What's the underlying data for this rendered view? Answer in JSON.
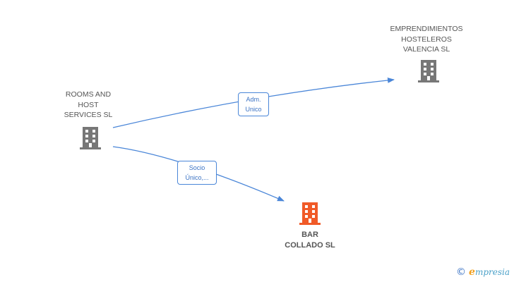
{
  "colors": {
    "edge": "#4a86d8",
    "building_default": "#777777",
    "building_focus": "#f05a28",
    "label_text": "#555555"
  },
  "nodes": [
    {
      "id": "rooms",
      "label": "ROOMS AND\nHOST\nSERVICES SL",
      "icon": "building-icon"
    },
    {
      "id": "emprend",
      "label": "EMPRENDIMIENTOS\nHOSTELEROS\nVALENCIA SL",
      "icon": "building-icon"
    },
    {
      "id": "bar",
      "label": "BAR\nCOLLADO SL",
      "icon": "building-icon",
      "focus": true
    }
  ],
  "edges": [
    {
      "from": "rooms",
      "to": "emprend",
      "label": "Adm.\nUnico"
    },
    {
      "from": "rooms",
      "to": "bar",
      "label": "Socio\nÚnico,..."
    }
  ],
  "watermark": {
    "symbol": "©",
    "brand_initial": "e",
    "brand_rest": "mpresia"
  }
}
